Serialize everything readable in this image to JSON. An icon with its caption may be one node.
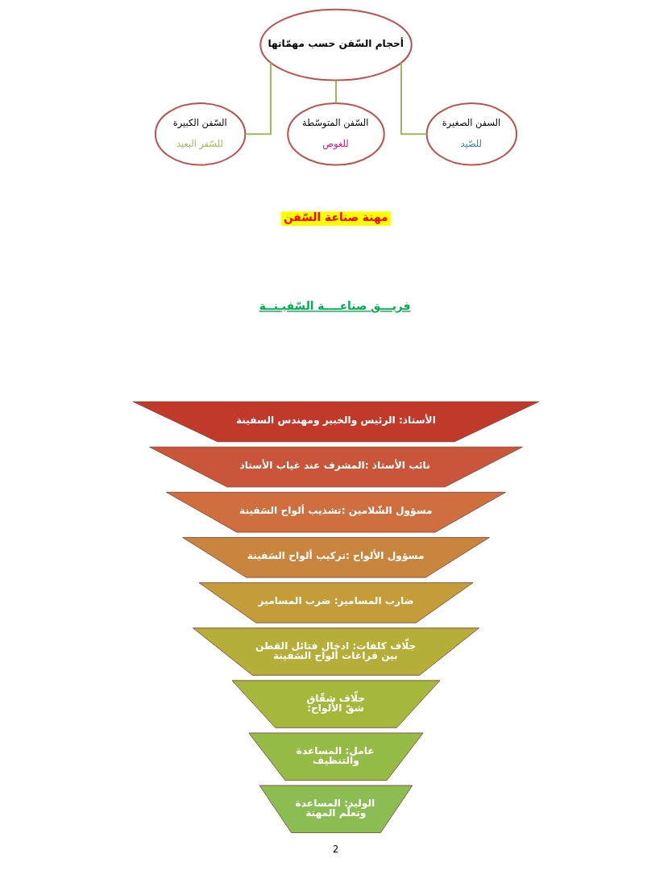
{
  "diagram": {
    "nodes": [
      {
        "text": [
          "أحجام السّفن حسب مهمّاتها"
        ]
      },
      {
        "text": [
          "السّفن الكبيرة",
          "للسّفر البعيد"
        ]
      },
      {
        "text": [
          "السّفن المتوسّطة",
          "للغوص"
        ]
      },
      {
        "text": [
          "السفن الصغيرة",
          "للصّيد"
        ]
      },
      {
        "text": [
          "الأستاذ: الرئيس والخبير ومهندس السفينة"
        ]
      },
      {
        "text": [
          "نائب الأستاذ :المشرف عند غياب الأستاذ"
        ]
      },
      {
        "text": [
          "مسؤول الشّلامين :تشذيب ألواح السَفينة"
        ]
      },
      {
        "text": [
          "مسؤول الألواح :تركيب ألواح السَفينة"
        ]
      },
      {
        "text": [
          "ضارب المسامير: ضرب المسامير"
        ]
      },
      {
        "text": [
          "جلّاف كلفات: ادخال فتائل القطن بين فراغات ألواح السَفينة"
        ]
      },
      {
        "text": [
          "جلّاف شقّاق :شقّ الألواح"
        ]
      },
      {
        "text": [
          "عامل: المساعدة والتنظيف"
        ]
      },
      {
        "text": [
          "الوليد: المساعدة وتعلّم المهنة"
        ]
      }
    ],
    "edges": [
      {
        "from": 0,
        "to": 1,
        "arrow": "none"
      },
      {
        "from": 0,
        "to": 2,
        "arrow": "none"
      },
      {
        "from": 0,
        "to": 3,
        "arrow": "none"
      }
    ],
    "labels": [
      "مهنة صناعة السّفن",
      "فريـــق صناعــــة السّفيـنــة",
      "2"
    ]
  }
}
